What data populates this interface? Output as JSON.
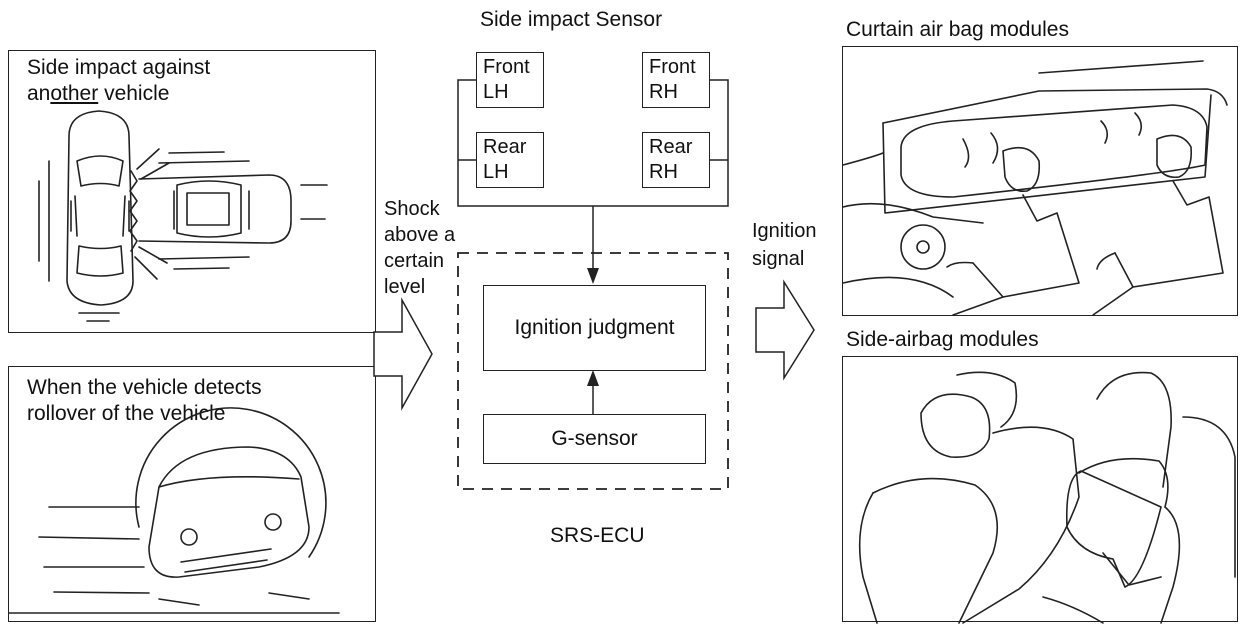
{
  "left_panels": {
    "side_impact": {
      "line1": "Side impact against",
      "line2_pre": "an",
      "line2_ul": "other",
      "line2_post": " vehicle"
    },
    "rollover": {
      "line1": "When the vehicle detects",
      "line2": "rollover of the vehicle"
    }
  },
  "shock_label": [
    "Shock",
    "above a",
    "certain",
    "level"
  ],
  "sensor_group": {
    "title": "Side impact Sensor",
    "sensors": [
      {
        "line1": "Front",
        "line2": "LH"
      },
      {
        "line1": "Front",
        "line2": "RH"
      },
      {
        "line1": "Rear",
        "line2": "LH"
      },
      {
        "line1": "Rear",
        "line2": "RH"
      }
    ]
  },
  "ecu": {
    "judgment": "Ignition judgment",
    "g_sensor": "G-sensor",
    "name": "SRS-ECU"
  },
  "ignition_label": [
    "Ignition",
    "signal"
  ],
  "right_panels": {
    "curtain": "Curtain air bag modules",
    "side": "Side-airbag modules"
  },
  "icons": [
    "shock-arrow-icon",
    "ignition-arrow-icon"
  ]
}
